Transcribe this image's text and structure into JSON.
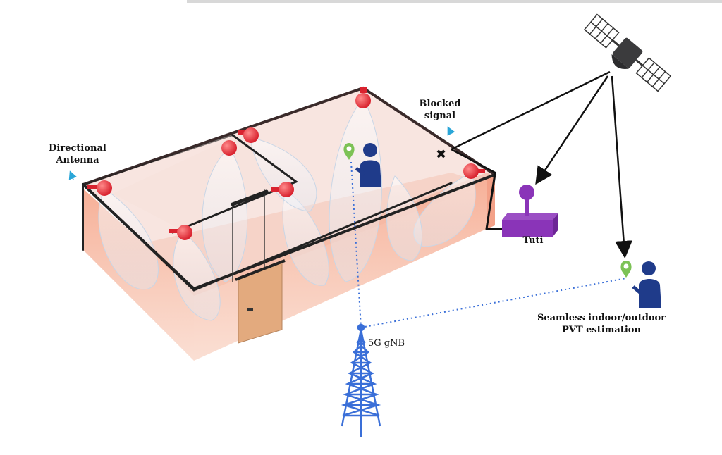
{
  "labels": {
    "directional_antenna_line1": "Directional",
    "directional_antenna_line2": "Antenna",
    "blocked_signal_line1": "Blocked",
    "blocked_signal_line2": "signal",
    "tuti": "Tuti",
    "gnb": "5G gNB",
    "pvt_line1": "Seamless indoor/outdoor",
    "pvt_line2": "PVT estimation"
  },
  "icons": [
    "satellite-icon",
    "directional-antenna-icon",
    "cell-tower-icon",
    "person-icon",
    "location-pin-icon",
    "reference-station-icon",
    "door-icon"
  ],
  "colors": {
    "antenna": "#e0303a",
    "building_wall": "#f08a6a",
    "building_roof": "#f6d6cc",
    "station": "#8a34b8",
    "person": "#1f3b8a",
    "tower": "#3a6fd8",
    "pin": "#7cc256",
    "arrow": "#2aa6d8",
    "door": "#e0a878"
  }
}
